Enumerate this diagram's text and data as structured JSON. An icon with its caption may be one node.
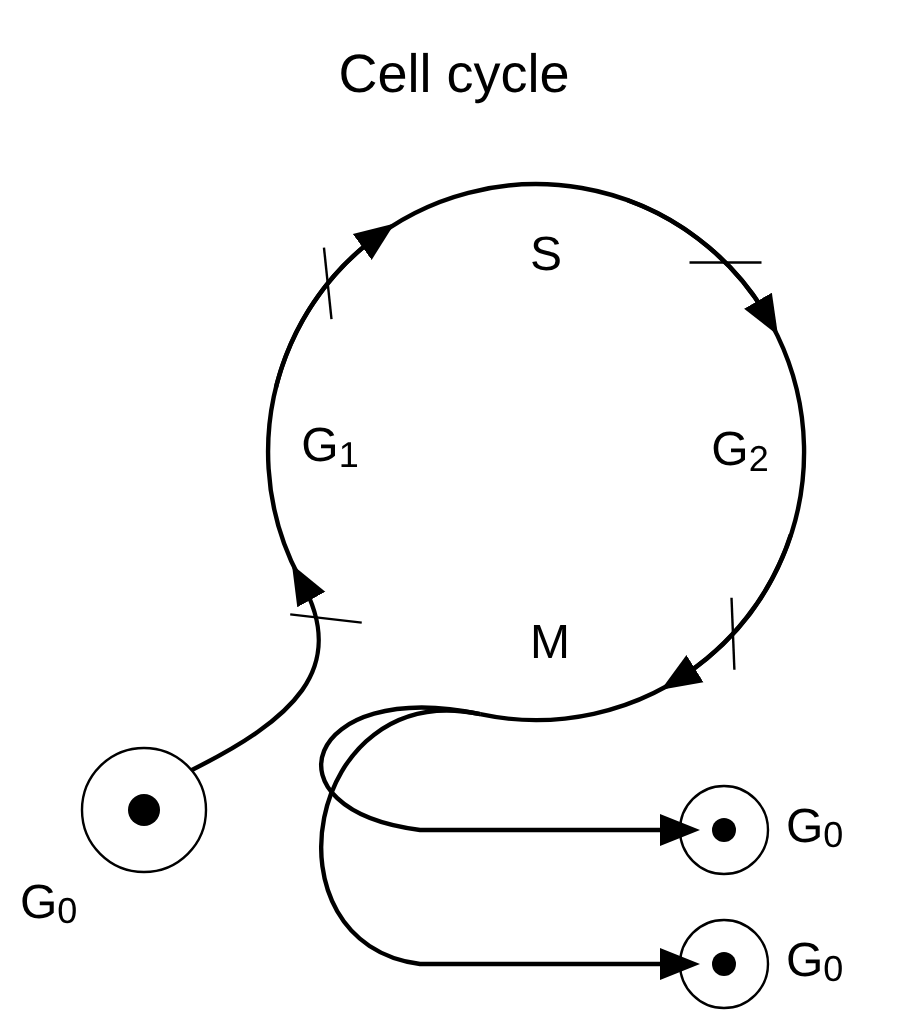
{
  "diagram": {
    "title": "Cell cycle",
    "nodes": [
      {
        "text": [
          "S"
        ]
      },
      {
        "text": [
          "G$_{1}$"
        ]
      },
      {
        "text": [
          "G$_{2}$"
        ]
      },
      {
        "text": [
          "M"
        ]
      },
      {
        "text": [],
        "shape": "circle",
        "beside": [
          "G$_{0}$"
        ]
      },
      {
        "text": [],
        "shape": "circle",
        "beside": [
          "G$_{0}$"
        ]
      },
      {
        "text": [],
        "shape": "circle",
        "beside": [
          "G$_{0}$"
        ]
      }
    ],
    "edges": [
      {
        "from": 1,
        "to": 0,
        "arrow": "to"
      },
      {
        "from": 0,
        "to": 2,
        "arrow": "to"
      },
      {
        "from": 2,
        "to": 3,
        "arrow": "to"
      },
      {
        "from": 3,
        "to": 5,
        "arrow": "to"
      },
      {
        "from": 3,
        "to": 6,
        "arrow": "to"
      },
      {
        "from": 4,
        "to": 1,
        "arrow": "to"
      }
    ]
  }
}
